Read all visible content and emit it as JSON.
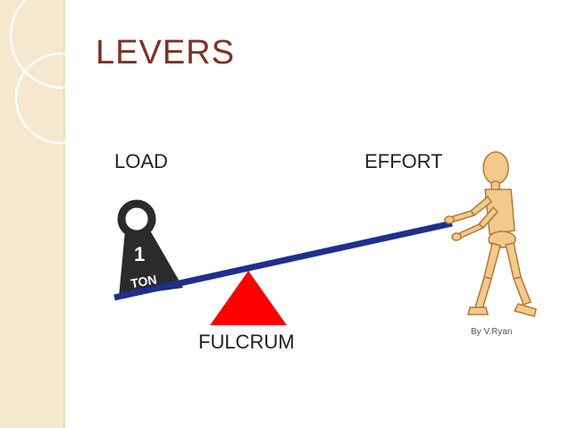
{
  "slide": {
    "title": "LEVERS"
  },
  "diagram": {
    "labels": {
      "load": "LOAD",
      "effort": "EFFORT",
      "fulcrum": "FULCRUM",
      "weight_number": "1",
      "weight_unit": "TON",
      "credit": "By V.Ryan"
    },
    "colors": {
      "title": "#7b3226",
      "beam": "#1f2f8f",
      "fulcrum": "#ff0000",
      "weight": "#2b2b2b",
      "figure": "#f3c98c",
      "side_band": "#f5e8cf"
    },
    "icons": [
      "weight-icon",
      "fulcrum-triangle",
      "wooden-mannequin-figure"
    ]
  }
}
